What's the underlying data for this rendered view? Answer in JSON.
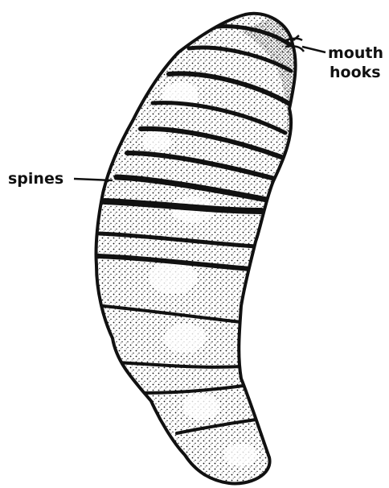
{
  "labels": {
    "mouth_hooks_line1": "mouth",
    "mouth_hooks_line2": "hooks",
    "spines": "spines"
  },
  "colors": {
    "ink": "#111111",
    "paper": "#ffffff",
    "shade": "#d8d8d8"
  }
}
